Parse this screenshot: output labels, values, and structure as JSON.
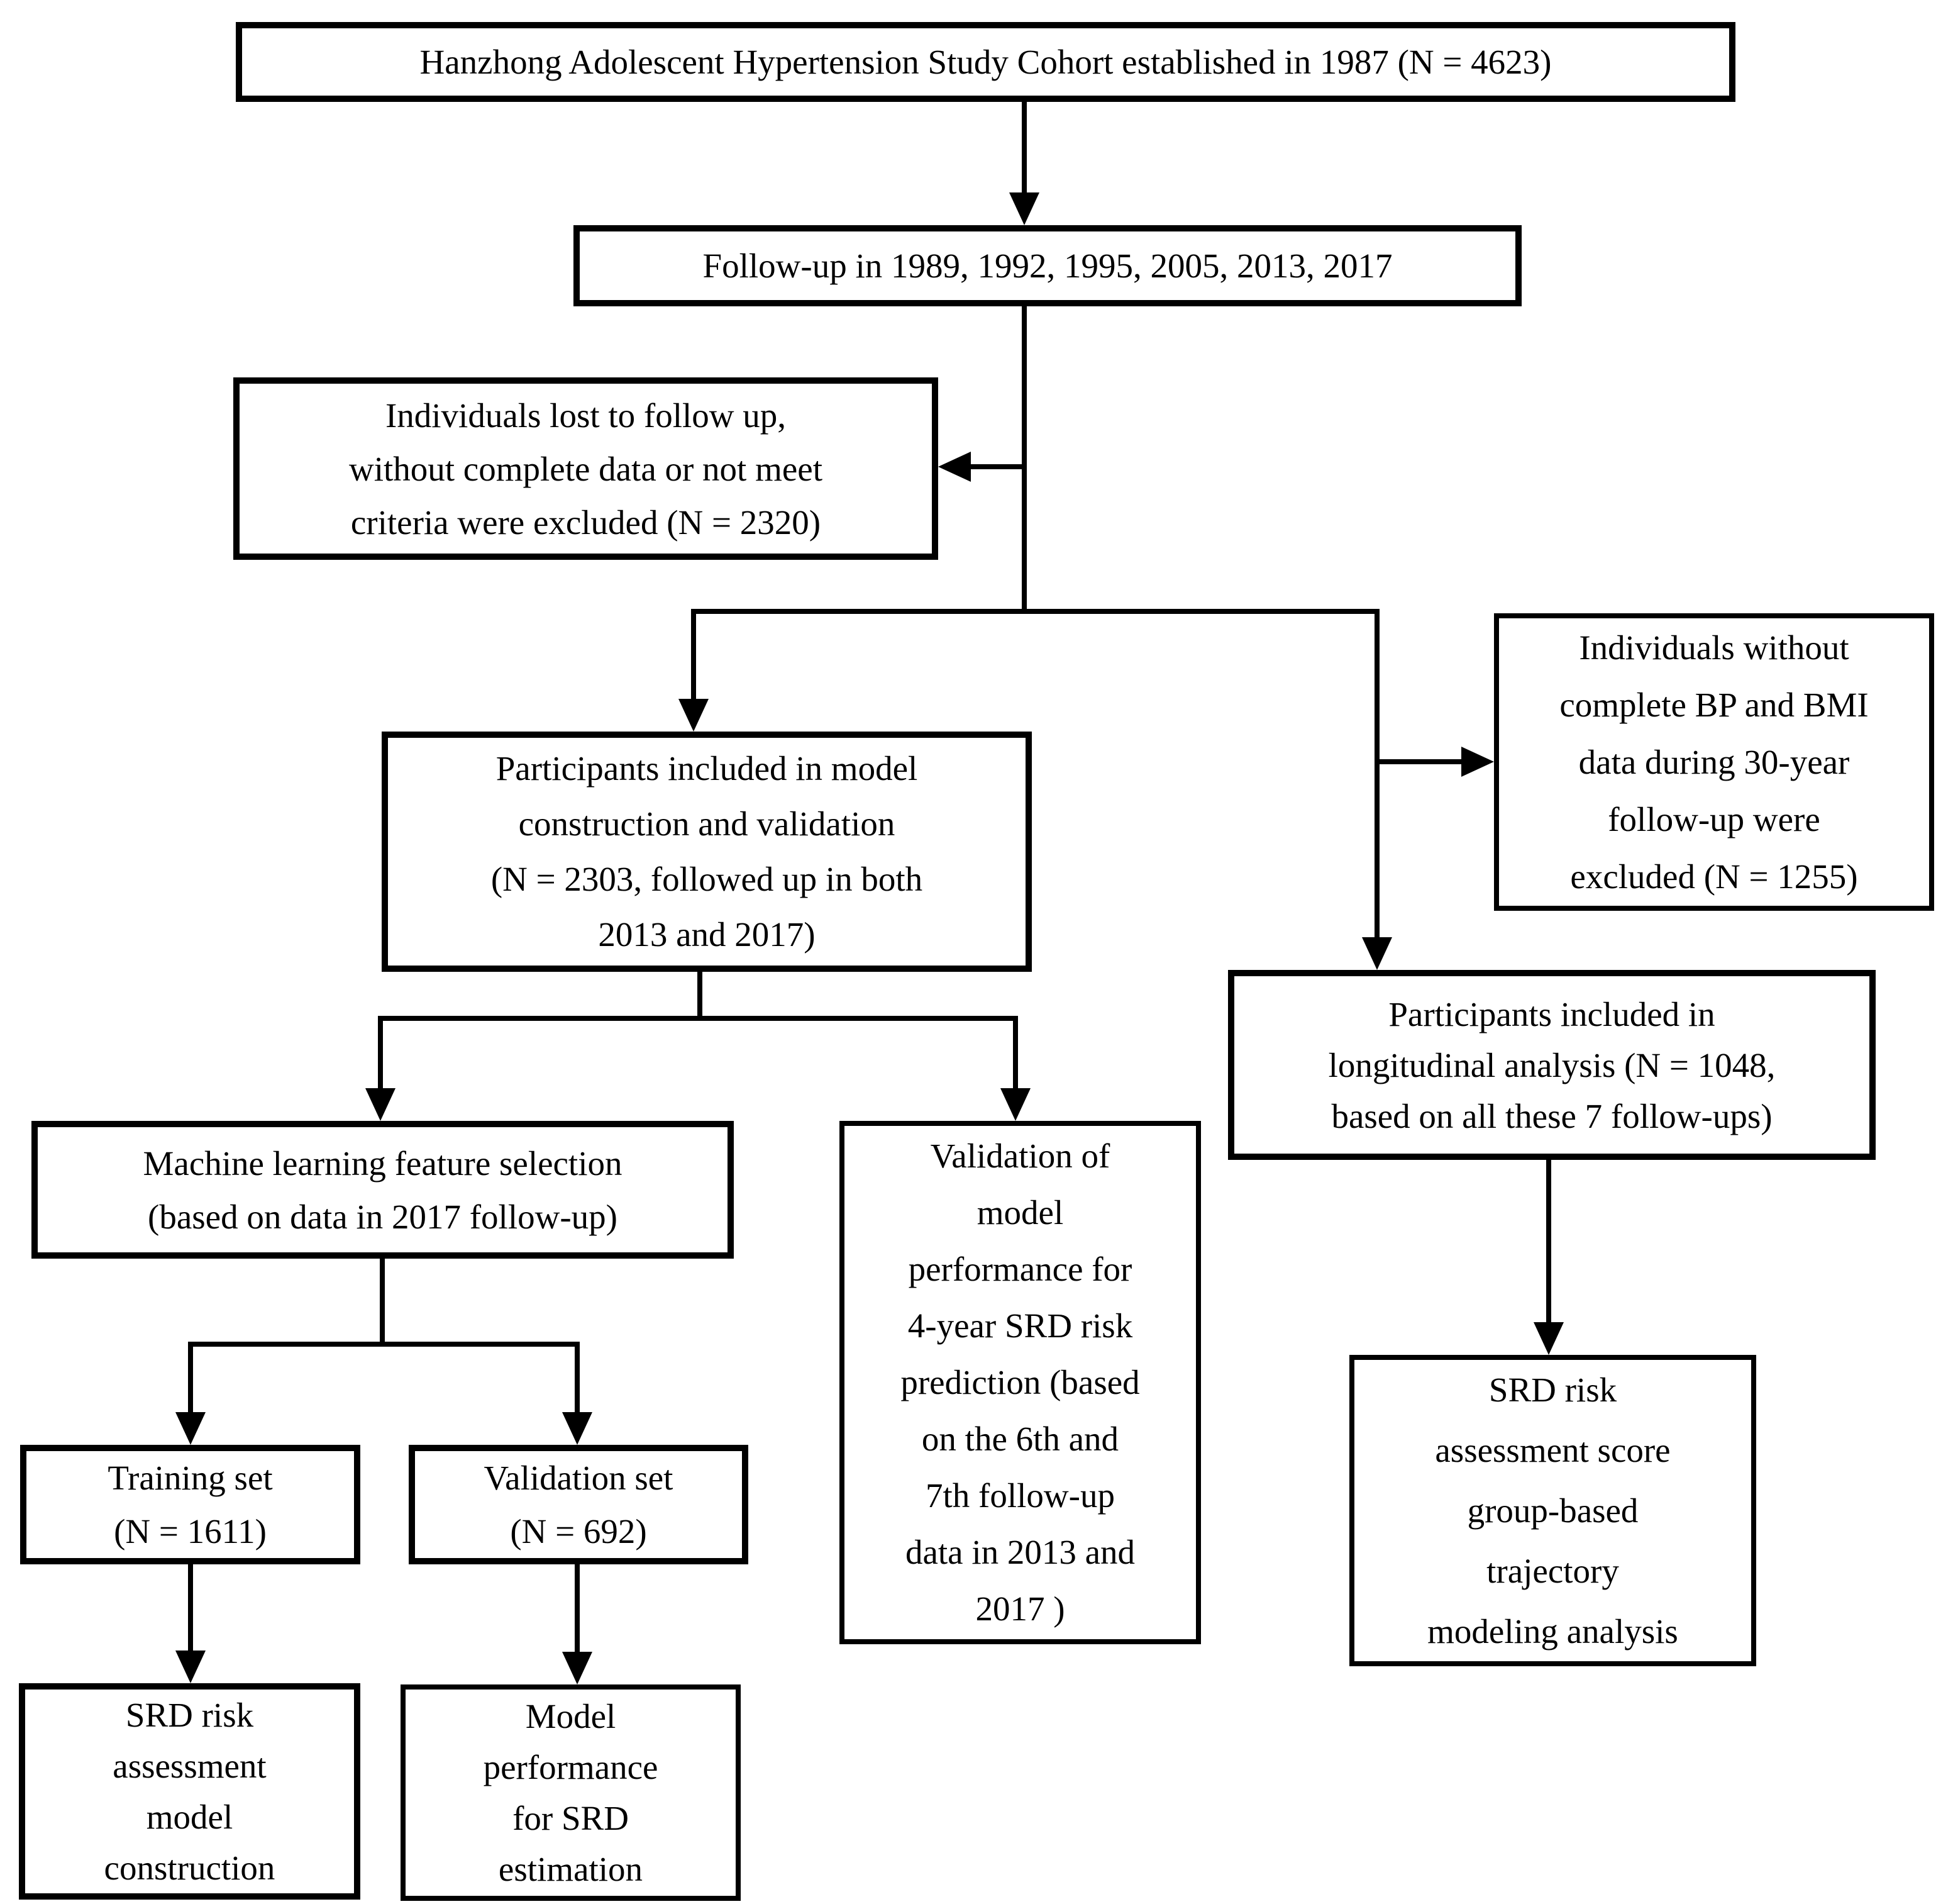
{
  "colors": {
    "line": "#000000",
    "background": "#ffffff"
  },
  "nodes": {
    "cohort": {
      "lines": [
        "Hanzhong Adolescent Hypertension Study Cohort established in 1987 (N = 4623)"
      ]
    },
    "followup": {
      "lines": [
        "Follow-up in 1989, 1992, 1995, 2005, 2013, 2017"
      ]
    },
    "lost_to_followup": {
      "lines": [
        "Individuals lost to follow up,",
        "without complete data or not meet",
        "criteria were excluded (N = 2320)"
      ]
    },
    "model_cohort": {
      "lines": [
        "Participants included in model",
        "construction and validation",
        "(N = 2303, followed up in both",
        "2013 and 2017)"
      ]
    },
    "excluded_bp_bmi": {
      "lines": [
        "Individuals without",
        "complete BP and BMI",
        "data during 30-year",
        "follow-up were",
        "excluded (N = 1255)"
      ]
    },
    "longitudinal": {
      "lines": [
        "Participants included in",
        "longitudinal analysis (N = 1048,",
        "based on all these 7 follow-ups)"
      ]
    },
    "ml_feature_selection": {
      "lines": [
        "Machine learning feature selection",
        "(based on data in 2017 follow-up)"
      ]
    },
    "validation_performance": {
      "lines": [
        "Validation of",
        "model",
        "performance for",
        "4-year SRD risk",
        "prediction (based",
        "on the 6th and",
        "7th follow-up",
        "data in 2013 and",
        "2017 )"
      ]
    },
    "training_set": {
      "lines": [
        "Training set",
        "(N = 1611)"
      ]
    },
    "validation_set": {
      "lines": [
        "Validation set",
        "(N = 692)"
      ]
    },
    "srd_model_construction": {
      "lines": [
        "SRD risk",
        "assessment",
        "model",
        "construction"
      ]
    },
    "model_performance_srd": {
      "lines": [
        "Model",
        "performance",
        "for SRD",
        "estimation"
      ]
    },
    "trajectory_modeling": {
      "lines": [
        "SRD risk",
        "assessment score",
        "group-based",
        "trajectory",
        "modeling analysis"
      ]
    }
  }
}
